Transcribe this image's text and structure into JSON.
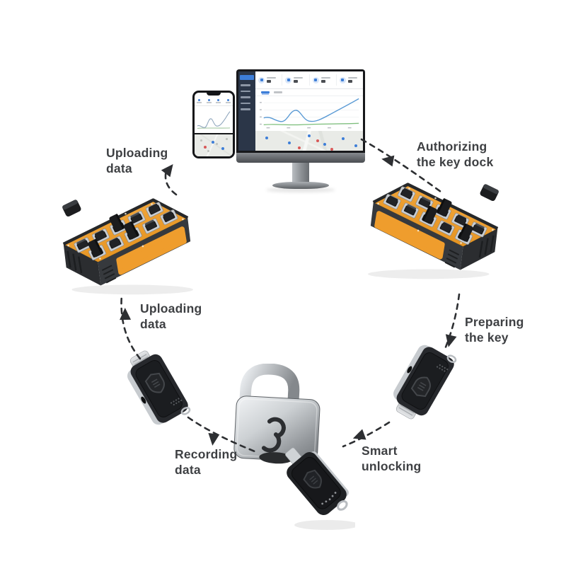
{
  "steps": [
    {
      "id": "uploading-data-cloud",
      "label": "Uploading\ndata"
    },
    {
      "id": "authorizing-key-dock",
      "label": "Authorizing\nthe key dock"
    },
    {
      "id": "preparing-key",
      "label": "Preparing\nthe key"
    },
    {
      "id": "smart-unlocking",
      "label": "Smart\nunlocking"
    },
    {
      "id": "recording-data",
      "label": "Recording\ndata"
    },
    {
      "id": "uploading-data-key",
      "label": "Uploading\ndata"
    }
  ],
  "devices": [
    "smartphone-dashboard",
    "desktop-dashboard",
    "key-dock-left",
    "key-dock-right",
    "smart-key-left",
    "smart-key-right",
    "smart-padlock-with-key"
  ],
  "colors": {
    "dock_orange": "#F0A033",
    "label_text": "#3E4043",
    "arrow": "#2D2F32",
    "dashboard_accent": "#3D7ED8",
    "chart_blue": "#5B9BD5",
    "chart_green": "#7CBF7A",
    "sidebar_navy": "#2B3648",
    "map_bg": "#E9EBE7"
  }
}
